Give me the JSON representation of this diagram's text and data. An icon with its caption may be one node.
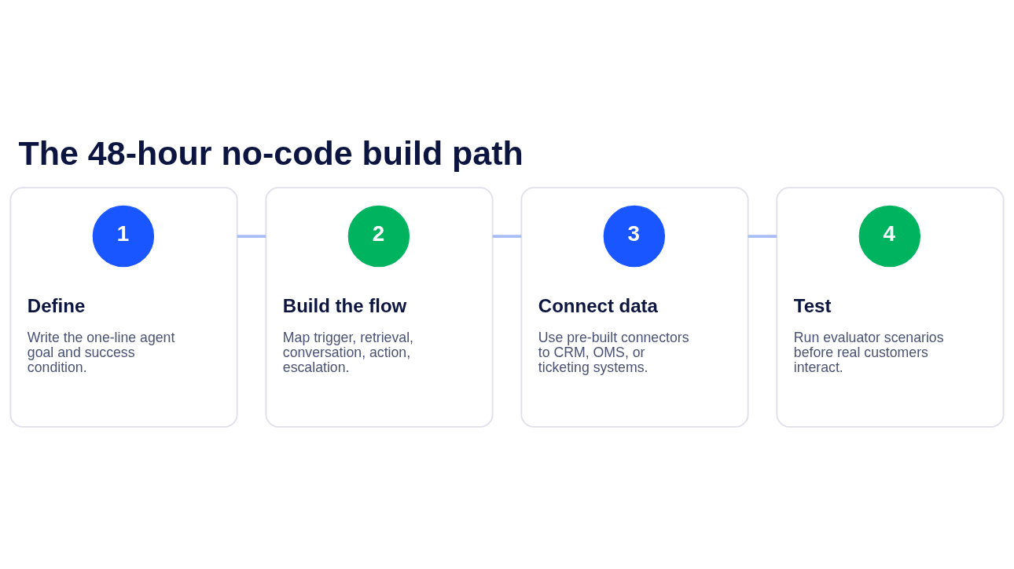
{
  "diagram": {
    "title": "The 48-hour no-code build path",
    "nodes": [
      {
        "text": [
          "Define",
          "Write the one-line agent goal and success condition."
        ]
      },
      {
        "text": [
          "1"
        ],
        "in": 0
      },
      {
        "text": [
          "Build the flow",
          "Map trigger, retrieval, conversation, action, escalation."
        ]
      },
      {
        "text": [
          "2"
        ],
        "in": 2
      },
      {
        "text": [
          "Connect data",
          "Use pre-built connectors to CRM, OMS, or ticketing systems."
        ]
      },
      {
        "text": [
          "3"
        ],
        "in": 4
      },
      {
        "text": [
          "Test",
          "Run evaluator scenarios before real customers interact."
        ]
      },
      {
        "text": [
          "4"
        ],
        "in": 6
      }
    ],
    "edges": [
      {
        "from": 0,
        "to": 2,
        "arrow": "none"
      },
      {
        "from": 2,
        "to": 4,
        "arrow": "none"
      },
      {
        "from": 4,
        "to": 6,
        "arrow": "none"
      }
    ]
  }
}
